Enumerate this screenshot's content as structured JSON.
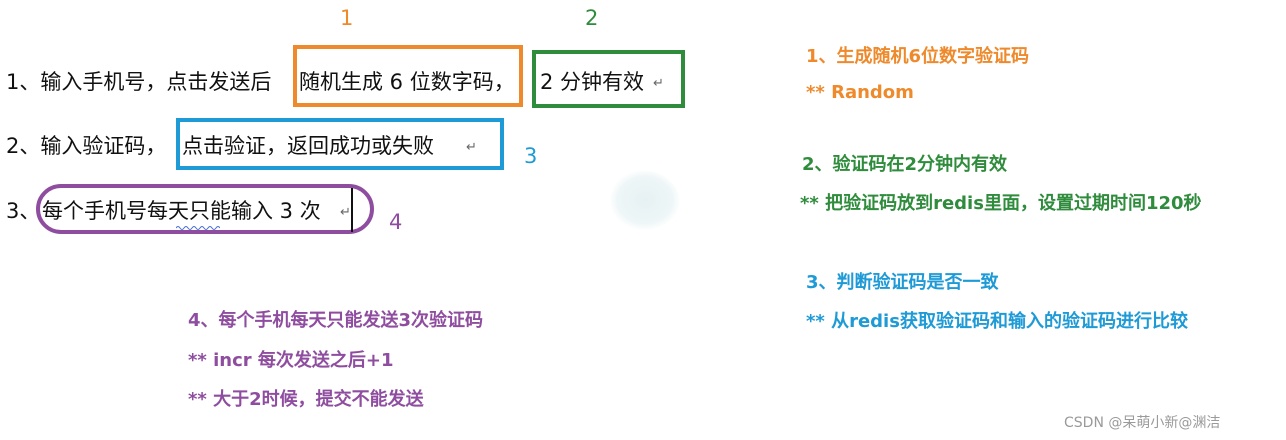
{
  "doc": {
    "line1": {
      "part1": "1、输入手机号，点击发送后",
      "part2": "随机生成 6 位数字码，",
      "part3": "2 分钟有效",
      "mark": "↵"
    },
    "line2": {
      "part1": "2、输入验证码，",
      "part2": "点击验证，返回成功或失败",
      "mark": "↵"
    },
    "line3": {
      "part1": "3、",
      "part2": "每个手机号每天只能输入 3 次",
      "mark": "↵"
    }
  },
  "labels": {
    "n1": "1",
    "n2": "2",
    "n3": "3",
    "n4": "4"
  },
  "notes": {
    "note1": {
      "title": "1、生成随机6位数字验证码",
      "detail": "** Random"
    },
    "note2": {
      "title": "2、验证码在2分钟内有效",
      "detail": "** 把验证码放到redis里面，设置过期时间120秒"
    },
    "note3": {
      "title": "3、判断验证码是否一致",
      "detail": "** 从redis获取验证码和输入的验证码进行比较"
    },
    "note4": {
      "title": "4、每个手机每天只能发送3次验证码",
      "detail1": "** incr 每次发送之后+1",
      "detail2": "** 大于2时候，提交不能发送"
    }
  },
  "footer": {
    "credit": "CSDN @呆萌小新@渊洁"
  },
  "colors": {
    "orange": "#ee8a2c",
    "green": "#2f8c3c",
    "blue": "#1e9ad6",
    "purple": "#8f4da0"
  }
}
